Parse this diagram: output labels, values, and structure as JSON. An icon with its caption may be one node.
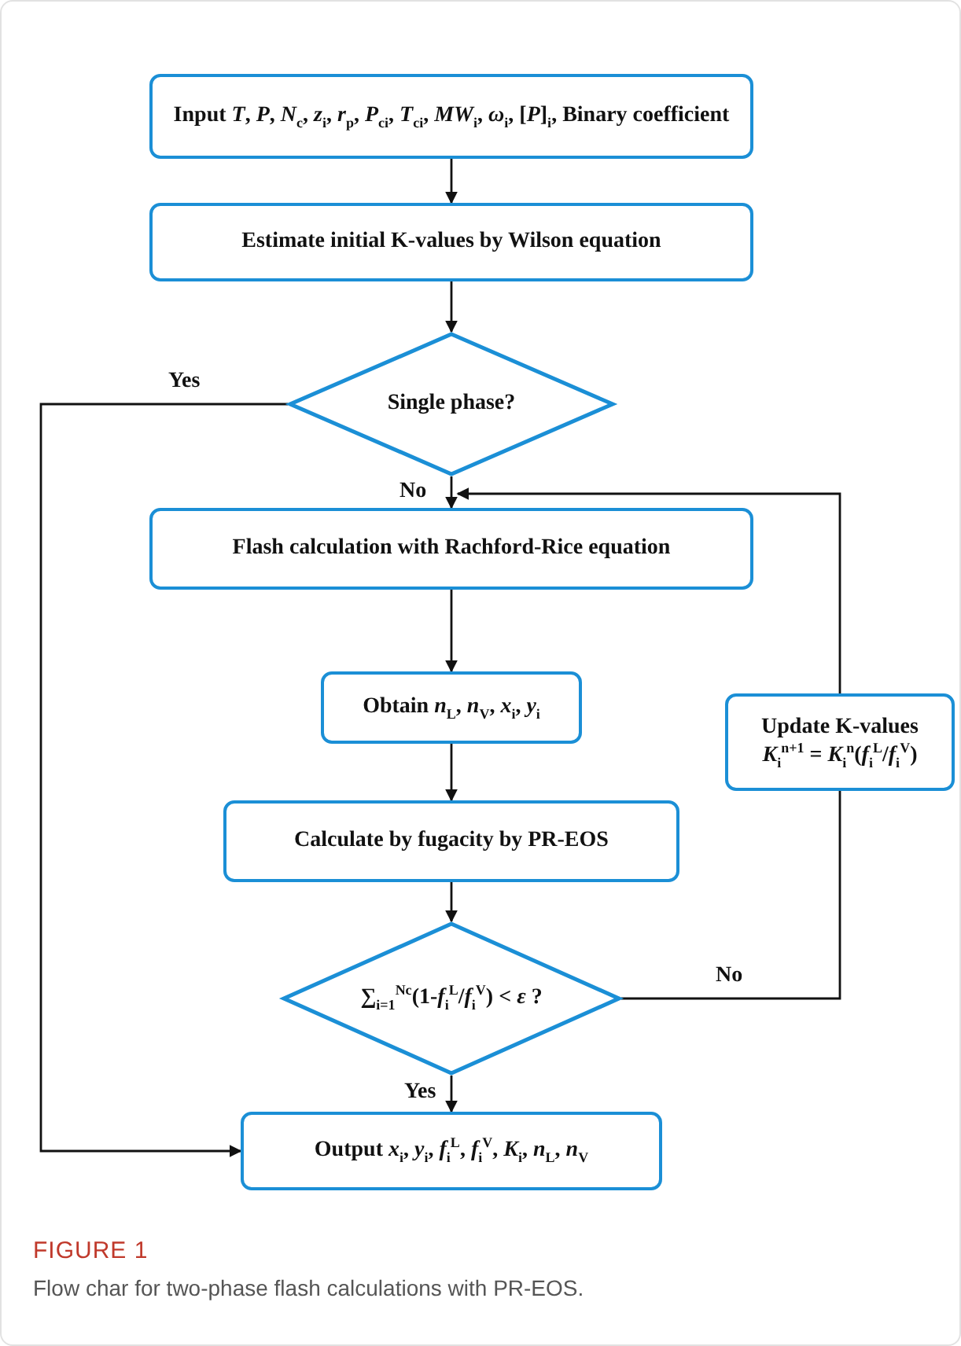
{
  "diagram": {
    "caption": "Flow char for two-phase flash calculations with PR-EOS.",
    "nodes": [
      {
        "text": [
          "Input *T*, *P*, *N*$_{c}$, *z*$_{i}$, *r*$_{p}$, *P*$_{ci}$, *T*$_{ci}$, *MW*$_{i}$, *ω*$_{i}$, [*P*]$_{i}$, Binary coefficient"
        ]
      },
      {
        "text": [
          "Estimate initial K-values by Wilson equation"
        ]
      },
      {
        "text": [
          "Single phase?"
        ]
      },
      {
        "text": [
          "Flash calculation with Rachford-Rice equation"
        ]
      },
      {
        "text": [
          "Obtain *n*$_{L}$, *n*$_{V}$, *x*$_{i}$, *y*$_{i}$"
        ]
      },
      {
        "text": [
          "Calculate by fugacity by PR-EOS"
        ]
      },
      {
        "text": [
          "∑$_{i=1}$$^{Nc}$(1-*f*$_{i}$$^{L}$/*f*$_{i}$$^{V}$) < *ε* ?"
        ]
      },
      {
        "text": [
          "Update K-values",
          "*K*$_{i}$$^{n+1}$ = *K*$_{i}$$^{n}$(*f*$_{i}$$^{L}$/*f*$_{i}$$^{V}$)"
        ]
      },
      {
        "text": [
          "Output *x*$_{i}$, *y*$_{i}$, *f*$_{i}$$^{L}$, *f*$_{i}$$^{V}$, *K*$_{i}$, *n*$_{L}$, *n*$_{V}$"
        ]
      }
    ],
    "edges": [
      {
        "from": 0,
        "to": 1,
        "arrow": "to"
      },
      {
        "from": 1,
        "to": 2,
        "arrow": "to"
      },
      {
        "from": 2,
        "to": 3,
        "arrow": "to",
        "label": "No"
      },
      {
        "from": 3,
        "to": 4,
        "arrow": "to"
      },
      {
        "from": 4,
        "to": 5,
        "arrow": "to"
      },
      {
        "from": 5,
        "to": 6,
        "arrow": "to"
      },
      {
        "from": 6,
        "to": 8,
        "arrow": "to",
        "label": "Yes"
      },
      {
        "from": 6,
        "to": 7,
        "arrow": "none",
        "label": "No"
      },
      {
        "from": 7,
        "to": 3,
        "arrow": "to"
      },
      {
        "from": 2,
        "to": 8,
        "arrow": "to",
        "label": "Yes"
      }
    ],
    "labels": [
      "FIGURE 1"
    ]
  }
}
